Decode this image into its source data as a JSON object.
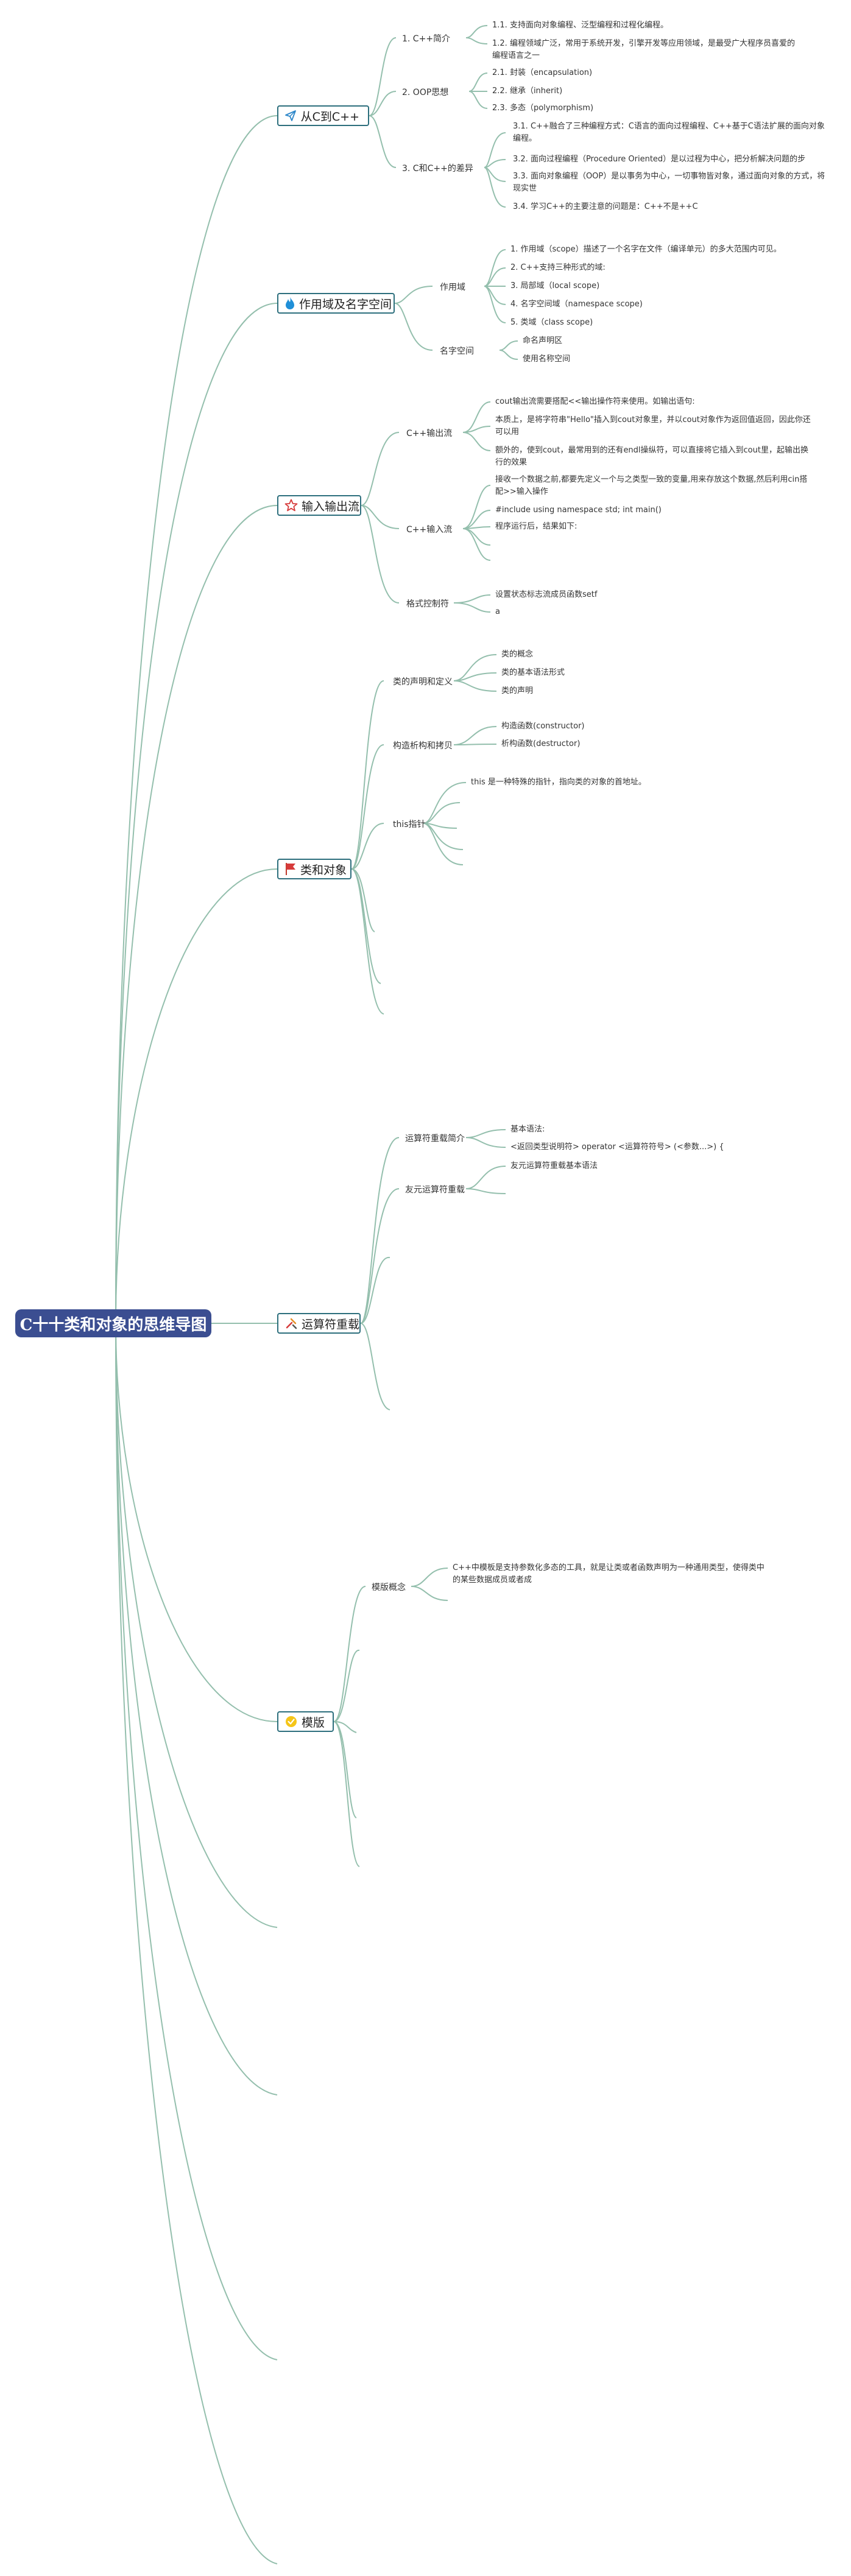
{
  "root": {
    "title": "C十十类和对象的思维导图"
  },
  "topics": {
    "t1": {
      "label": "从C到C++",
      "icon": "send-icon",
      "s1": {
        "label": "1. C++简介",
        "l1": "1.1. 支持面向对象编程、泛型编程和过程化编程。",
        "l2": "1.2. 编程领域广泛，常用于系统开发，引擎开发等应用领域，是最受广大程序员喜爱的编程语言之一"
      },
      "s2": {
        "label": "2. OOP思想",
        "l1": "2.1. 封装（encapsulation)",
        "l2": "2.2. 继承（inherit)",
        "l3": "2.3. 多态（polymorphism)"
      },
      "s3": {
        "label": "3. C和C++的差异",
        "l1": "3.1. C++融合了三种编程方式：C语言的面向过程编程、C++基于C语法扩展的面向对象编程。",
        "l2": "3.2. 面向过程编程（Procedure Oriented）是以过程为中心，把分析解决问题的步",
        "l3": "3.3. 面向对象编程（OOP）是以事务为中心，一切事物皆对象，通过面向对象的方式，将现实世",
        "l4": "3.4. 学习C++的主要注意的问题是：C++不是++C"
      }
    },
    "t2": {
      "label": "作用域及名字空间",
      "icon": "fire-icon",
      "s1": {
        "label": "作用域",
        "l1": "1. 作用域（scope）描述了一个名字在文件（编译单元）的多大范围内可见。",
        "l2": "2. C++支持三种形式的域:",
        "l3": "3. 局部域（local scope)",
        "l4": "4. 名字空间域（namespace scope)",
        "l5": "5. 类域（class scope)"
      },
      "s2": {
        "label": "名字空间",
        "l1": "命名声明区",
        "l2": "使用名称空间"
      }
    },
    "t3": {
      "label": "输入输出流",
      "icon": "star-icon",
      "s1": {
        "label": "C++输出流",
        "l1": "cout输出流需要搭配<<输出操作符来使用。如输出语句:",
        "l2": "本质上，是将字符串\"Hello\"插入到cout对象里，并以cout对象作为返回值返回，因此你还可以用",
        "l3": "额外的，使到cout，最常用到的还有endl操纵符，可以直接将它插入到cout里，起输出换行的效果"
      },
      "s2": {
        "label": "C++输入流",
        "l1": "接收一个数据之前,都要先定义一个与之类型一致的变量,用来存放这个数据,然后利用cin搭配>>输入操作",
        "l2": "#include using namespace std; int main()",
        "l3": "程序运行后，结果如下:"
      },
      "s3": {
        "label": "格式控制符",
        "l1": "设置状态标志流成员函数setf",
        "l2": "a"
      }
    },
    "t4": {
      "label": "类和对象",
      "icon": "flag-icon",
      "s1": {
        "label": "类的声明和定义",
        "l1": "类的概念",
        "l2": "类的基本语法形式",
        "l3": "类的声明"
      },
      "s2": {
        "label": "构造析构和拷贝",
        "l1": "构造函数(constructor)",
        "l2": "析构函数(destructor)"
      },
      "s3": {
        "label": "this指针",
        "l1": "this 是一种特殊的指针，指向类的对象的首地址。"
      }
    },
    "t5": {
      "label": "运算符重载",
      "icon": "tools-icon",
      "s1": {
        "label": "运算符重载简介",
        "l1": "基本语法:",
        "l2": "<返回类型说明符> operator <运算符符号> (<参数...>) {"
      },
      "s2": {
        "label": "友元运算符重载",
        "l1": "友元运算符重载基本语法"
      }
    },
    "t6": {
      "label": "模版",
      "icon": "template-icon",
      "s1": {
        "label": "模版概念",
        "l1": "C++中模板是支持参数化多态的工具，就是让类或者函数声明为一种通用类型，使得类中的某些数据成员或者成"
      }
    }
  },
  "colors": {
    "root_bg": "#3b4e91",
    "edge": "#94bfad",
    "node_border": "#2d6f7d"
  }
}
